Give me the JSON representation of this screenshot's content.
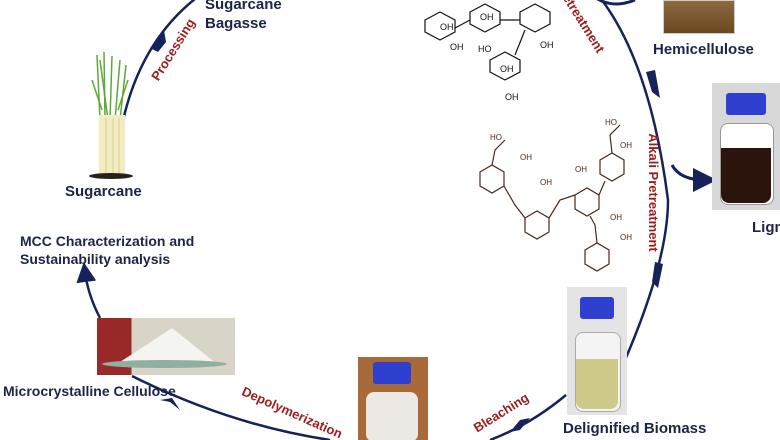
{
  "products": {
    "sugarcane": "Sugarcane",
    "bagasse_line1": "Sugarcane",
    "bagasse_line2": "Bagasse",
    "hemicellulose": "Hemicellulose",
    "lignin": "Lignin",
    "delignified": "Delignified Biomass",
    "mcc": "Microcrystalline Cellulose",
    "characterization_line1": "MCC Characterization and",
    "characterization_line2": "Sustainability analysis"
  },
  "steps": {
    "processing": "Processing",
    "pretreatment": "Pretreatment",
    "alkali": "Alkali Pretreatment",
    "bleaching": "Bleaching",
    "depolymerization": "Depolymerization"
  },
  "colors": {
    "arrow": "#16225a",
    "step_text": "#9b1c1c",
    "label_text": "#1c2447"
  }
}
